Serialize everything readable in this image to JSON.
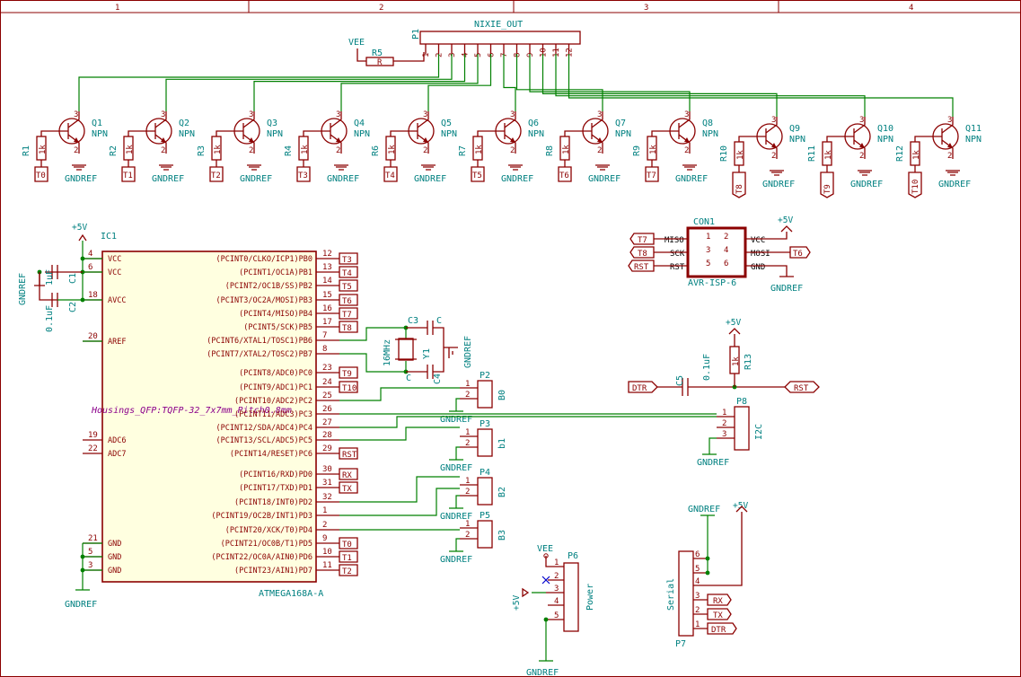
{
  "frame": {
    "columns": [
      "1",
      "2",
      "3",
      "4"
    ]
  },
  "nixie": {
    "ref": "P1",
    "value": "NIXIE_OUT",
    "pins": [
      "1",
      "2",
      "3",
      "4",
      "5",
      "6",
      "7",
      "8",
      "9",
      "10",
      "11",
      "12"
    ],
    "vee": "VEE",
    "r5_ref": "R5",
    "r5_val": "R"
  },
  "transistors": [
    {
      "q": "Q1",
      "r": "R1",
      "t": "T0"
    },
    {
      "q": "Q2",
      "r": "R2",
      "t": "T1"
    },
    {
      "q": "Q3",
      "r": "R3",
      "t": "T2"
    },
    {
      "q": "Q4",
      "r": "R4",
      "t": "T3"
    },
    {
      "q": "Q5",
      "r": "R6",
      "t": "T4"
    },
    {
      "q": "Q6",
      "r": "R7",
      "t": "T5"
    },
    {
      "q": "Q7",
      "r": "R8",
      "t": "T6"
    },
    {
      "q": "Q8",
      "r": "R9",
      "t": "T7"
    },
    {
      "q": "Q9",
      "r": "R10",
      "t": "T8"
    },
    {
      "q": "Q10",
      "r": "R11",
      "t": "T9"
    },
    {
      "q": "Q11",
      "r": "R12",
      "t": "T10"
    }
  ],
  "common": {
    "npn": "NPN",
    "gnd": "GNDREF",
    "r1k": "1k",
    "plus5": "+5V",
    "vee": "VEE"
  },
  "ic1": {
    "ref": "IC1",
    "value": "ATMEGA168A-A",
    "footprint": "Housings_QFP:TQFP-32_7x7mm_Pitch0.8mm",
    "left": [
      {
        "n": "4",
        "name": "VCC"
      },
      {
        "n": "6",
        "name": "VCC"
      },
      {
        "n": "18",
        "name": "AVCC"
      },
      {
        "n": "20",
        "name": "AREF"
      },
      {
        "n": "19",
        "name": "ADC6"
      },
      {
        "n": "22",
        "name": "ADC7"
      },
      {
        "n": "21",
        "name": "GND"
      },
      {
        "n": "5",
        "name": "GND"
      },
      {
        "n": "3",
        "name": "GND"
      }
    ],
    "right": [
      {
        "n": "12",
        "name": "(PCINT0/CLKO/ICP1)PB0",
        "net": "T3"
      },
      {
        "n": "13",
        "name": "(PCINT1/OC1A)PB1",
        "net": "T4"
      },
      {
        "n": "14",
        "name": "(PCINT2/OC1B/SS)PB2",
        "net": "T5"
      },
      {
        "n": "15",
        "name": "(PCINT3/OC2A/MOSI)PB3",
        "net": "T6"
      },
      {
        "n": "16",
        "name": "(PCINT4/MISO)PB4",
        "net": "T7"
      },
      {
        "n": "17",
        "name": "(PCINT5/SCK)PB5",
        "net": "T8"
      },
      {
        "n": "7",
        "name": "(PCINT6/XTAL1/TOSC1)PB6",
        "net": ""
      },
      {
        "n": "8",
        "name": "(PCINT7/XTAL2/TOSC2)PB7",
        "net": ""
      },
      {
        "n": "23",
        "name": "(PCINT8/ADC0)PC0",
        "net": "T9"
      },
      {
        "n": "24",
        "name": "(PCINT9/ADC1)PC1",
        "net": "T10"
      },
      {
        "n": "25",
        "name": "(PCINT10/ADC2)PC2",
        "net": ""
      },
      {
        "n": "26",
        "name": "(PCINT11/ADC3)PC3",
        "net": ""
      },
      {
        "n": "27",
        "name": "(PCINT12/SDA/ADC4)PC4",
        "net": ""
      },
      {
        "n": "28",
        "name": "(PCINT13/SCL/ADC5)PC5",
        "net": ""
      },
      {
        "n": "29",
        "name": "(PCINT14/RESET)PC6",
        "net": "RST"
      },
      {
        "n": "30",
        "name": "(PCINT16/RXD)PD0",
        "net": "RX"
      },
      {
        "n": "31",
        "name": "(PCINT17/TXD)PD1",
        "net": "TX"
      },
      {
        "n": "32",
        "name": "(PCINT18/INT0)PD2",
        "net": ""
      },
      {
        "n": "1",
        "name": "(PCINT19/OC2B/INT1)PD3",
        "net": ""
      },
      {
        "n": "2",
        "name": "(PCINT20/XCK/T0)PD4",
        "net": ""
      },
      {
        "n": "9",
        "name": "(PCINT21/OC0B/T1)PD5",
        "net": "T0"
      },
      {
        "n": "10",
        "name": "(PCINT22/OC0A/AIN0)PD6",
        "net": "T1"
      },
      {
        "n": "11",
        "name": "(PCINT23/AIN1)PD7",
        "net": "T2"
      }
    ]
  },
  "caps": {
    "c1": "C1",
    "c1v": "1uF",
    "c2": "C2",
    "c2v": "0.1uF",
    "c3": "C3",
    "c4": "C4",
    "cv": "C",
    "y1": "Y1",
    "y1v": "16MHz",
    "c5": "C5",
    "c5v": "0.1uF",
    "r13": "R13",
    "r13v": "1k"
  },
  "headers": [
    {
      "ref": "P2",
      "value": "B0"
    },
    {
      "ref": "P3",
      "value": "b1"
    },
    {
      "ref": "P4",
      "value": "B2"
    },
    {
      "ref": "P5",
      "value": "B3"
    }
  ],
  "p8": {
    "ref": "P8",
    "value": "I2C",
    "pins": [
      "1",
      "2",
      "3"
    ]
  },
  "isp": {
    "ref": "CON1",
    "value": "AVR-ISP-6",
    "pins": [
      "1",
      "2",
      "3",
      "4",
      "5",
      "6"
    ],
    "names": [
      "MISO",
      "VCC",
      "SCK",
      "MOSI",
      "RST",
      "GND"
    ],
    "nets": {
      "miso": "T7",
      "sck": "T8",
      "rst": "RST",
      "mosi": "T6"
    }
  },
  "reset": {
    "dtr": "DTR",
    "rst": "RST"
  },
  "p6": {
    "ref": "P6",
    "value": "Power",
    "pins": [
      "1",
      "2",
      "3",
      "4",
      "5"
    ]
  },
  "p7": {
    "ref": "P7",
    "value": "Serial",
    "pins": [
      "6",
      "5",
      "4",
      "3",
      "2",
      "1"
    ],
    "nets": [
      "RX",
      "TX",
      "DTR"
    ]
  }
}
